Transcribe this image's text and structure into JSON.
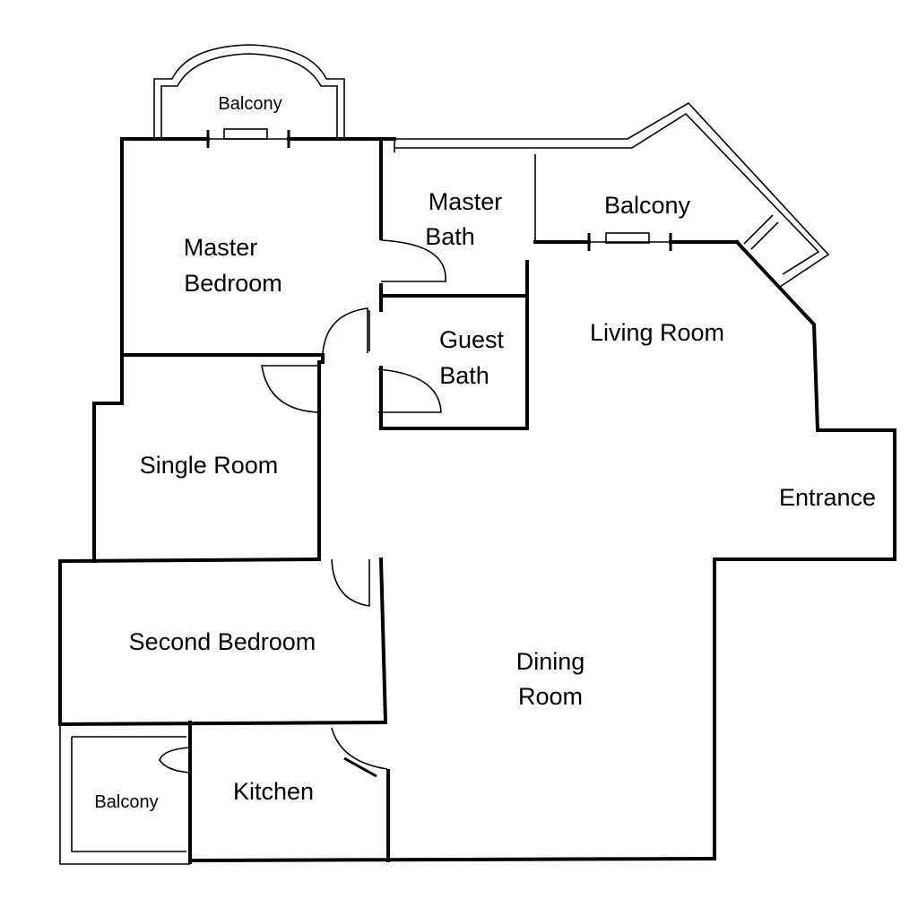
{
  "rooms": {
    "balcony_top": "Balcony",
    "master_bedroom_line1": "Master",
    "master_bedroom_line2": "Bedroom",
    "master_bath_line1": "Master",
    "master_bath_line2": "Bath",
    "balcony_right": "Balcony",
    "guest_bath_line1": "Guest",
    "guest_bath_line2": "Bath",
    "living_room": "Living Room",
    "single_room": "Single Room",
    "entrance": "Entrance",
    "second_bedroom": "Second Bedroom",
    "dining_room_line1": "Dining",
    "dining_room_line2": "Room",
    "kitchen": "Kitchen",
    "balcony_bottom": "Balcony"
  }
}
